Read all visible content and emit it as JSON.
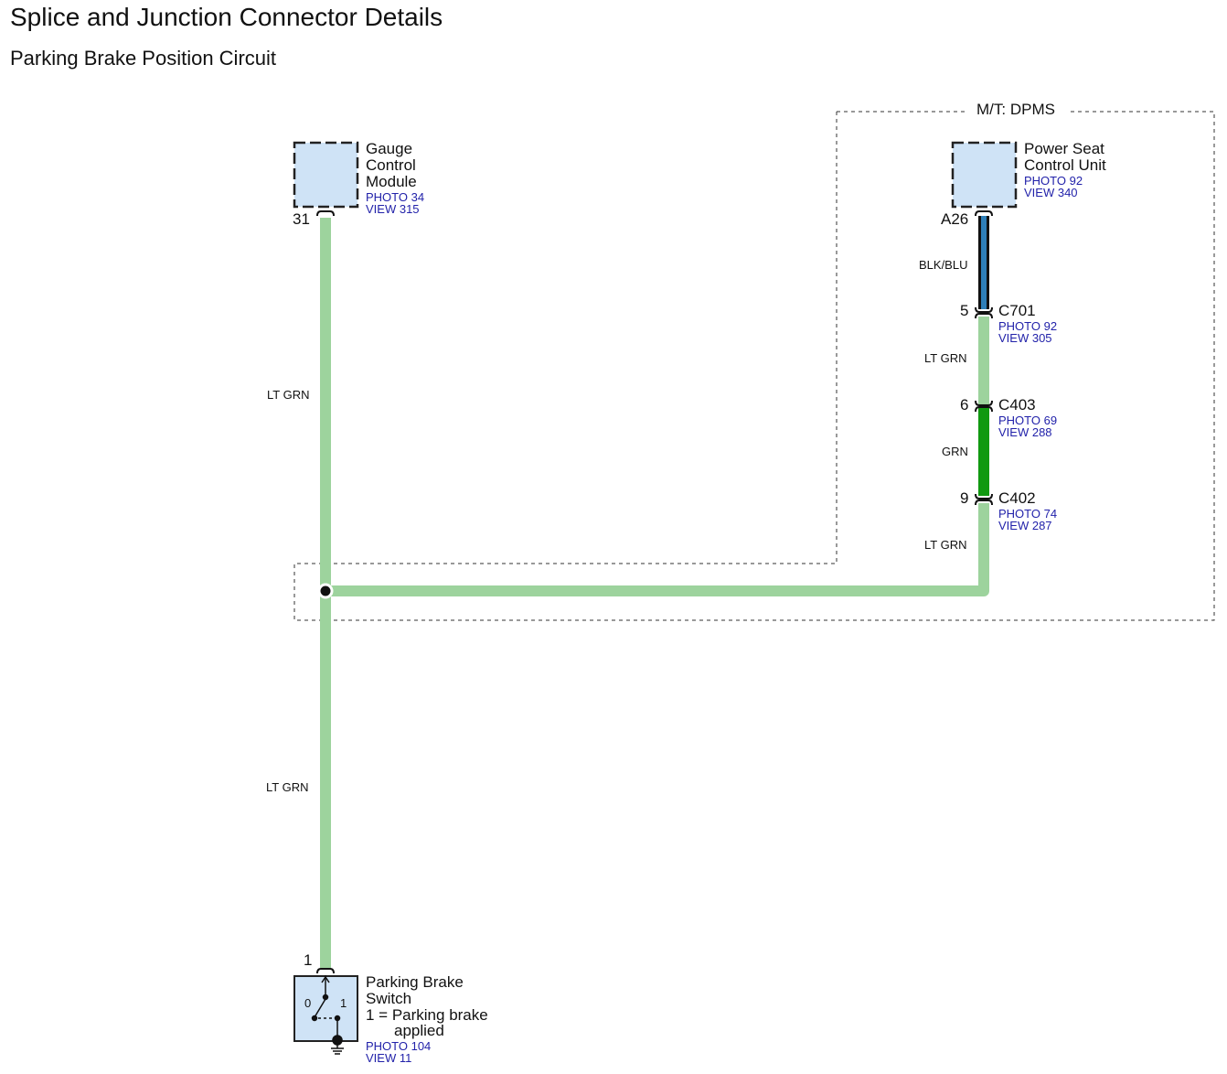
{
  "header": {
    "title": "Splice and Junction Connector Details",
    "subtitle": "Parking Brake Position Circuit"
  },
  "group": {
    "label": "M/T: DPMS"
  },
  "components": {
    "gauge": {
      "name_lines": [
        "Gauge",
        "Control",
        "Module"
      ],
      "photo": "PHOTO 34",
      "view": "VIEW 315",
      "pin": "31"
    },
    "pscu": {
      "name_lines": [
        "Power Seat",
        "Control Unit"
      ],
      "photo": "PHOTO 92",
      "view": "VIEW 340",
      "pin": "A26"
    },
    "switch": {
      "name_lines": [
        "Parking Brake",
        "Switch",
        "1 = Parking brake",
        "applied"
      ],
      "photo": "PHOTO 104",
      "view": "VIEW 11",
      "pin": "1",
      "pos0": "0",
      "pos1": "1"
    }
  },
  "connectors": [
    {
      "id": "C701",
      "pin": "5",
      "photo": "PHOTO 92",
      "view": "VIEW 305"
    },
    {
      "id": "C403",
      "pin": "6",
      "photo": "PHOTO 69",
      "view": "VIEW 288"
    },
    {
      "id": "C402",
      "pin": "9",
      "photo": "PHOTO 74",
      "view": "VIEW 287"
    }
  ],
  "wires": {
    "gauge_upper": "LT GRN",
    "gauge_lower": "LT GRN",
    "pscu_blk": "BLK/BLU",
    "c701_c403": "LT GRN",
    "c403_c402": "GRN",
    "c402_splice": "LT GRN"
  },
  "colors": {
    "lt_grn": "#9dd39d",
    "grn": "#119911",
    "blk_blu": "#2e7fb8",
    "component_fill": "#cfe3f6",
    "ref_text": "#2222aa"
  }
}
